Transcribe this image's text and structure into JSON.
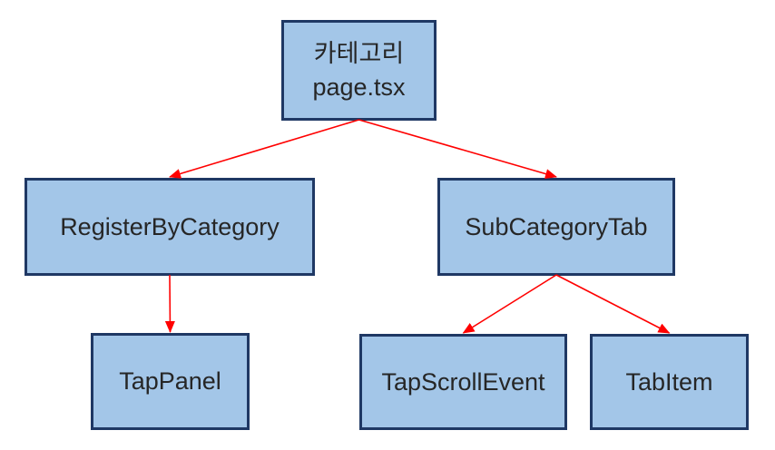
{
  "diagram": {
    "nodes": {
      "page": {
        "label_line1": "카테고리",
        "label_line2": "page.tsx"
      },
      "register": {
        "label": "RegisterByCategory"
      },
      "subcategory": {
        "label": "SubCategoryTab"
      },
      "tappanel": {
        "label": "TapPanel"
      },
      "tapscroll": {
        "label": "TapScrollEvent"
      },
      "tabitem": {
        "label": "TabItem"
      }
    },
    "edges": [
      {
        "from": "page",
        "to": "register"
      },
      {
        "from": "page",
        "to": "subcategory"
      },
      {
        "from": "register",
        "to": "tappanel"
      },
      {
        "from": "subcategory",
        "to": "tapscroll"
      },
      {
        "from": "subcategory",
        "to": "tabitem"
      }
    ],
    "colors": {
      "node_fill": "#a3c6e8",
      "node_border": "#1f3864",
      "arrow": "#ff0000",
      "text": "#262626",
      "background": "#ffffff"
    }
  }
}
